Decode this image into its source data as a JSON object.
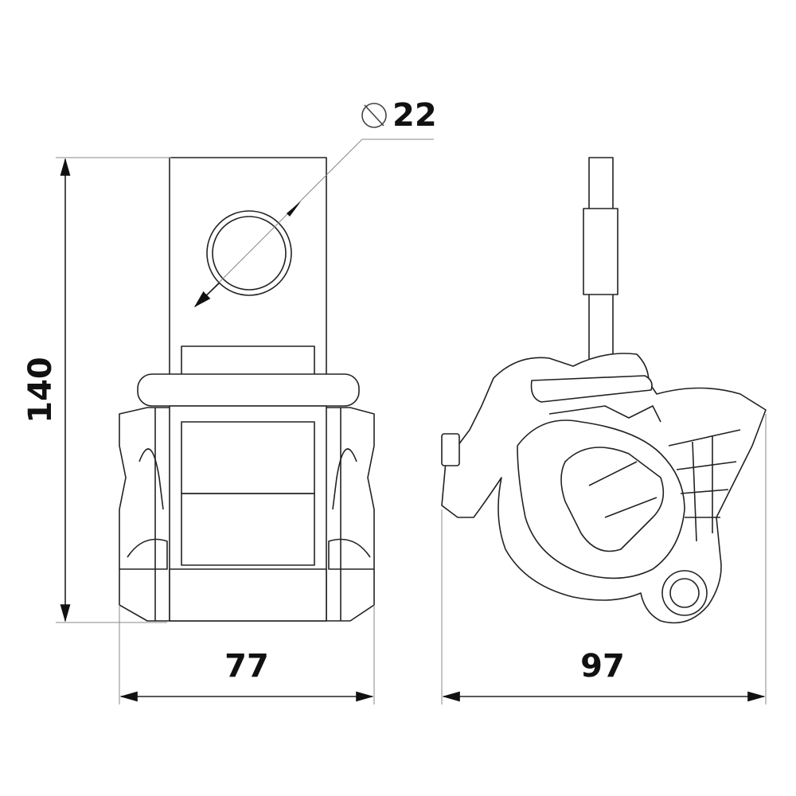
{
  "dimensions": {
    "diameter": {
      "symbol": "⌀",
      "value": "22"
    },
    "height": "140",
    "front_width": "77",
    "side_width": "97"
  }
}
